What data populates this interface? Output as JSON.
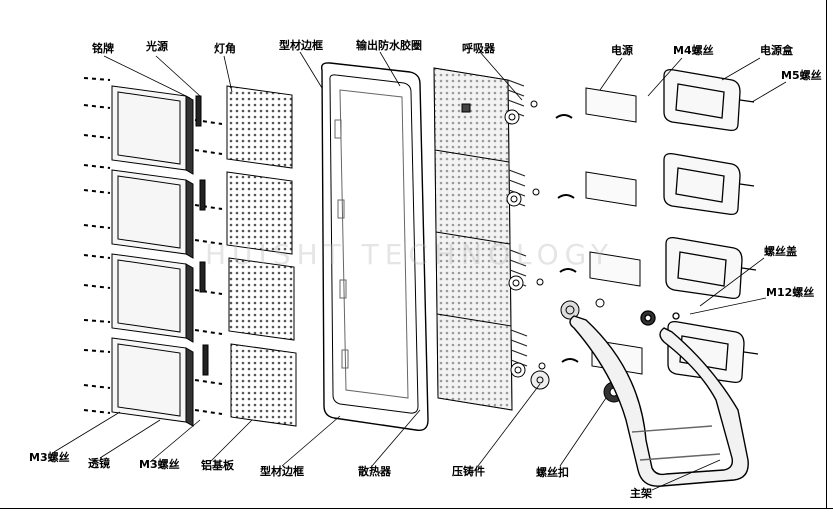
{
  "labels": {
    "top": [
      "铭牌",
      "光源",
      "灯角",
      "型材边框",
      "输出防水胶圈",
      "呼吸器",
      "电源",
      "M4螺丝",
      "电源盒",
      "M5螺丝"
    ],
    "right": [
      "螺丝盖",
      "M12螺丝"
    ],
    "bottom": [
      "M3螺丝",
      "透镜",
      "M3螺丝",
      "铝基板",
      "型材边框",
      "散热器",
      "压铸件",
      "螺丝扣",
      "主架"
    ]
  },
  "watermark": "HUISHT TECHNOLOGY"
}
